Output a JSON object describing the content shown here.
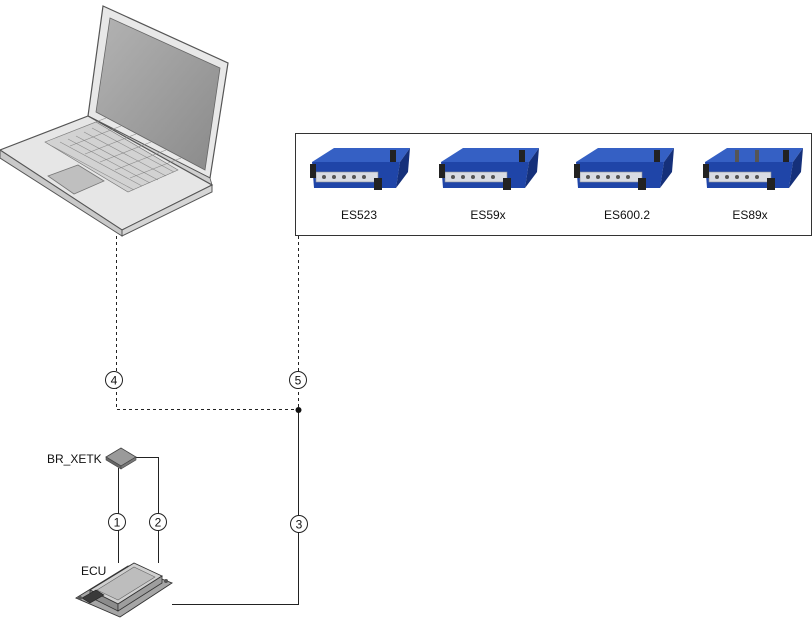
{
  "devices": {
    "es523": {
      "label": "ES523"
    },
    "es59x": {
      "label": "ES59x"
    },
    "es600": {
      "label": "ES600.2"
    },
    "es89x": {
      "label": "ES89x"
    }
  },
  "labels": {
    "br_xetk": "BR_XETK",
    "ecu": "ECU"
  },
  "connections": [
    {
      "number": "1"
    },
    {
      "number": "2"
    },
    {
      "number": "3"
    },
    {
      "number": "4"
    },
    {
      "number": "5"
    }
  ],
  "colors": {
    "device_blue": "#1f45a8",
    "device_blue_dark": "#15307a",
    "laptop_body": "#e6e6e6",
    "laptop_screen": "#9b9b9b",
    "line": "#222222"
  }
}
